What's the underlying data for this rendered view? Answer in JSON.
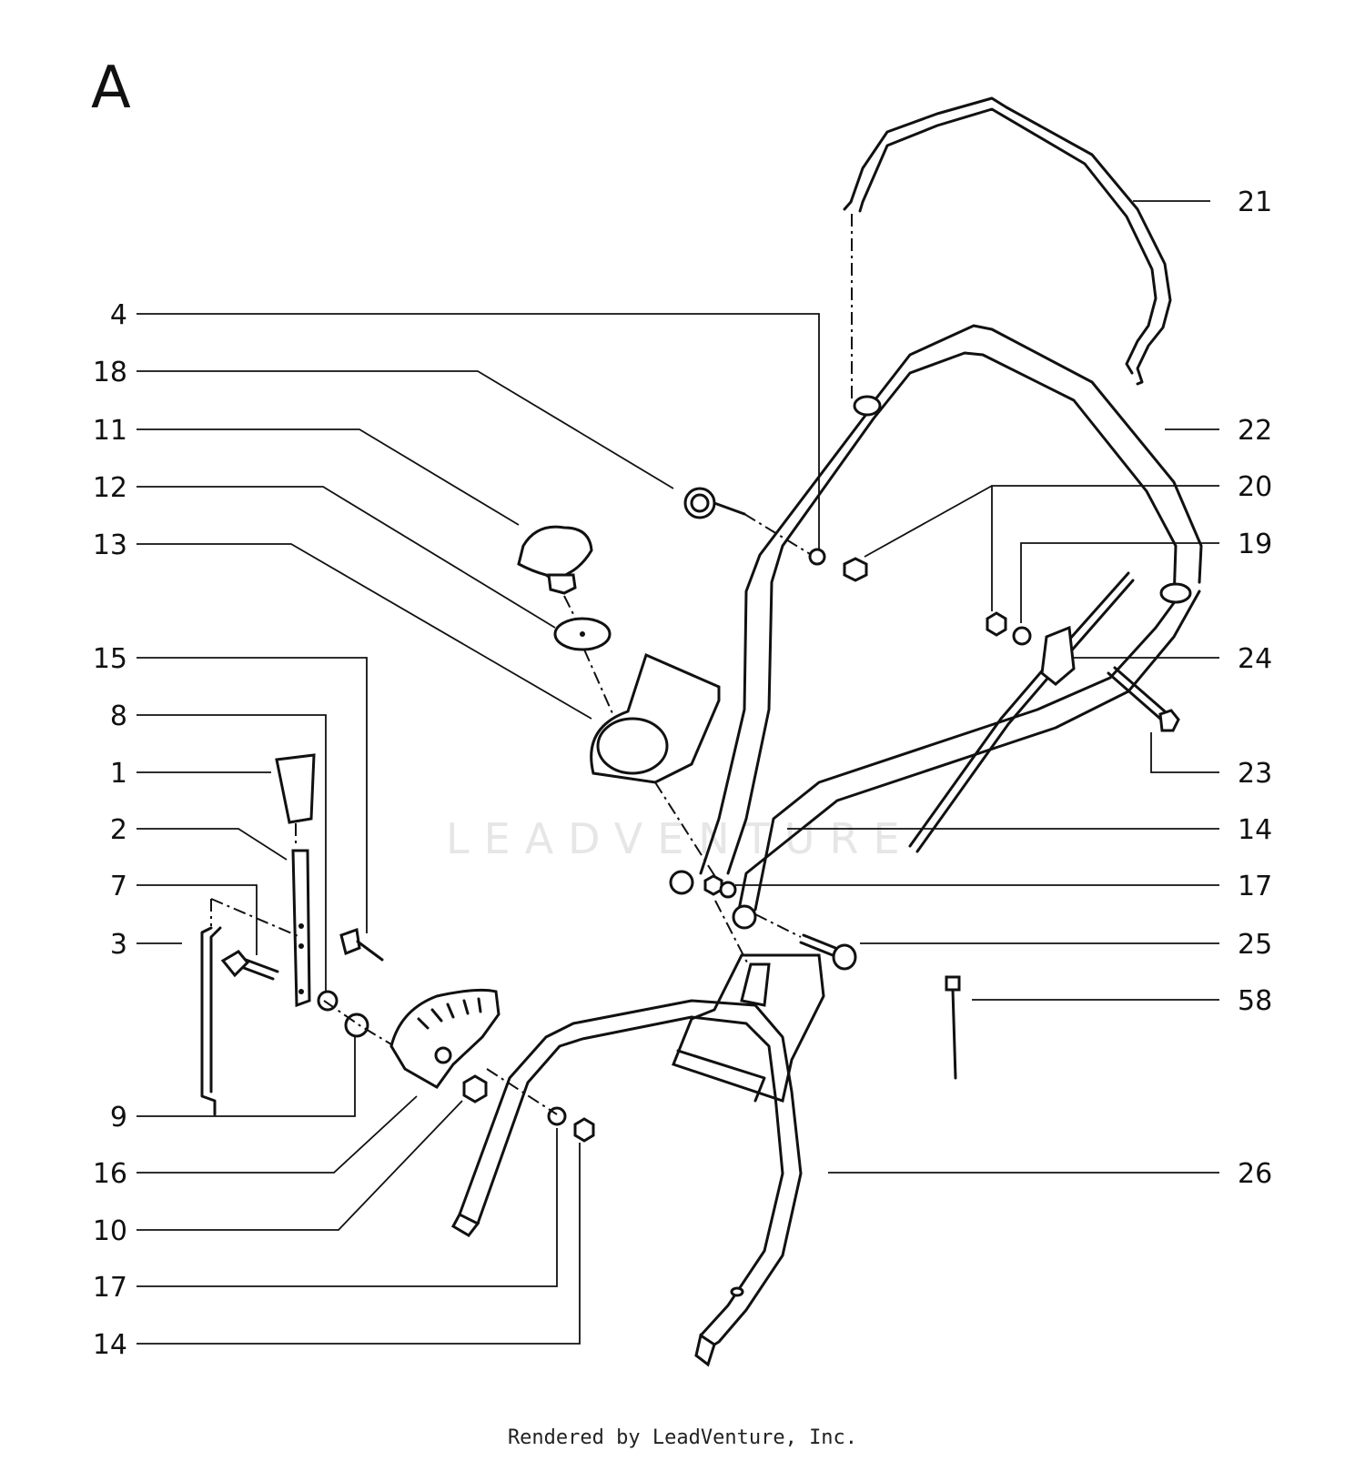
{
  "section_label": "A",
  "watermark": "LEADVENTURE",
  "footer": "Rendered by LeadVenture, Inc.",
  "callouts": {
    "left": [
      "4",
      "18",
      "11",
      "12",
      "13",
      "15",
      "8",
      "1",
      "2",
      "7",
      "3",
      "9",
      "16",
      "10",
      "17",
      "14"
    ],
    "right": [
      "21",
      "22",
      "20",
      "19",
      "24",
      "23",
      "14",
      "17",
      "25",
      "58",
      "26"
    ]
  }
}
